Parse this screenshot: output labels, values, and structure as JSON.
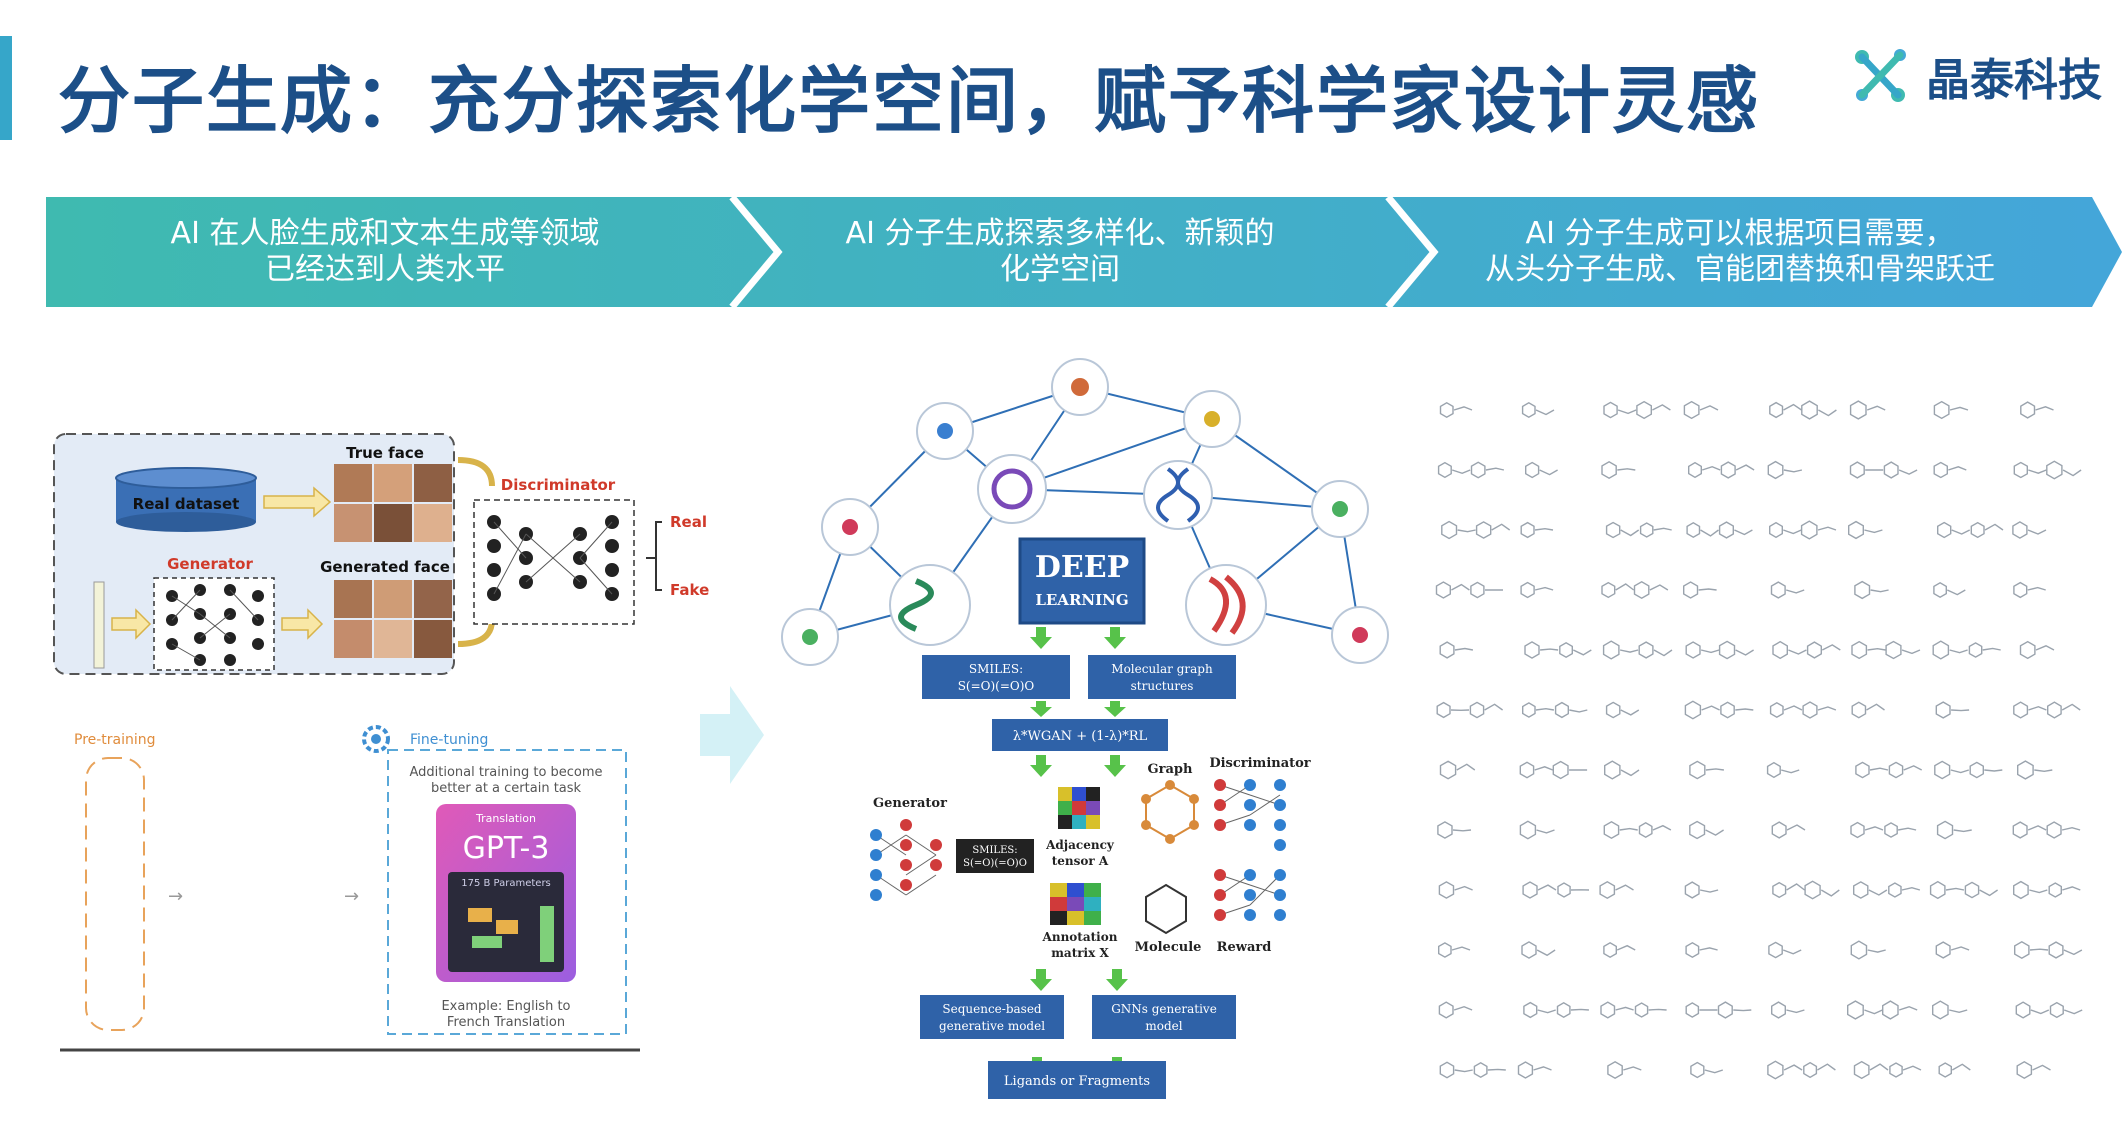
{
  "header": {
    "title": "分子生成：充分探索化学空间，赋予科学家设计灵感",
    "brand": "晶泰科技",
    "accent_color": "#36a6c9",
    "title_color": "#1c4f88"
  },
  "steps": [
    {
      "lines": [
        "AI 在人脸生成和文本生成等领域",
        "已经达到人类水平"
      ],
      "color": "#3fbab0"
    },
    {
      "lines": [
        "AI 分子生成探索多样化、新颖的",
        "化学空间"
      ],
      "color": "#41b4c0"
    },
    {
      "lines": [
        "AI 分子生成可以根据项目需要，",
        "从头分子生成、官能团替换和骨架跃迁"
      ],
      "color": "#43a9d6"
    }
  ],
  "gan_panel": {
    "real_dataset": "Real dataset",
    "true_face": "True face",
    "generator": "Generator",
    "generated_face": "Generated face",
    "discriminator": "Discriminator",
    "real": "Real",
    "fake": "Fake"
  },
  "gpt_panel": {
    "pretraining": "Pre-training",
    "finetuning": "Fine-tuning",
    "additional": [
      "Additional training to become",
      "better at a certain task"
    ],
    "translation": "Translation",
    "model": "GPT-3",
    "params": "175 B Parameters",
    "example": [
      "Example: English to",
      "French Translation"
    ]
  },
  "deep_panel": {
    "deep": "DEEP",
    "learning": "LEARNING",
    "smiles": [
      "SMILES:",
      "S(=O)(=O)O"
    ],
    "molgraph": [
      "Molecular graph",
      "structures"
    ],
    "wgan": "λ*WGAN + (1-λ)*RL",
    "generator": "Generator",
    "smiles_small": [
      "SMILES:",
      "S(=O)(=O)O"
    ],
    "adjacency": [
      "Adjacency",
      "tensor A"
    ],
    "graph": "Graph",
    "discriminator": "Discriminator",
    "annotation": [
      "Annotation",
      "matrix X"
    ],
    "molecule": "Molecule",
    "reward": "Reward",
    "seq_model": [
      "Sequence-based",
      "generative model"
    ],
    "gnn_model": [
      "GNNs generative",
      "model"
    ],
    "ligands": "Ligands or Fragments"
  }
}
